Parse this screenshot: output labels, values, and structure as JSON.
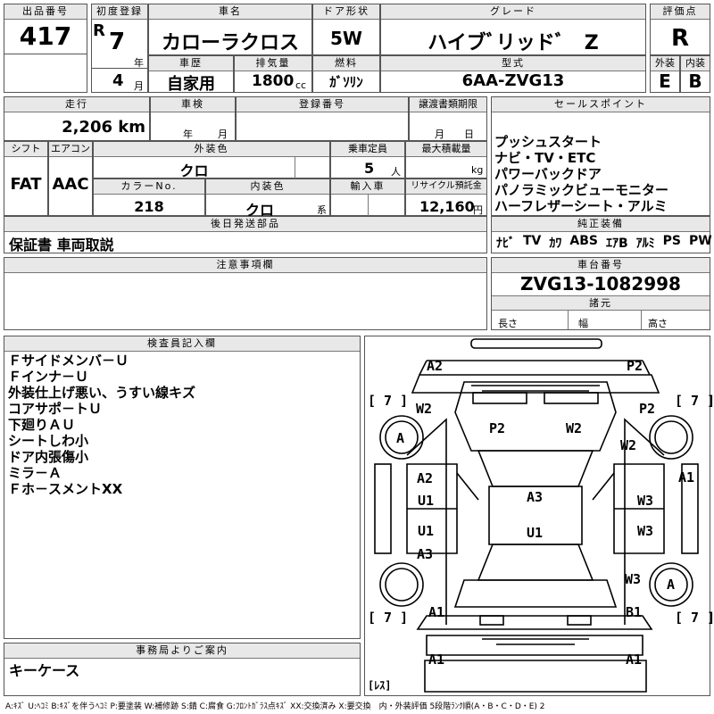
{
  "header": {
    "lot_label": "出品番号",
    "lot": "417",
    "first_reg_label": "初度登録",
    "era": "R",
    "year": "7",
    "year_unit": "年",
    "month": "4",
    "month_unit": "月",
    "car_name_label": "車名",
    "car_name": "カローラクロス",
    "history_label": "車歴",
    "history": "自家用",
    "displacement_label": "排気量",
    "displacement": "1800",
    "displacement_unit": "cc",
    "door_label": "ドア形状",
    "door": "5W",
    "fuel_label": "燃料",
    "fuel": "ｶﾞｿﾘﾝ",
    "grade_label": "グレード",
    "grade": "ハイブﾞリッドﾞ　Z",
    "model_label": "型式",
    "model": "6AA-ZVG13",
    "score_label": "評価点",
    "score": "R",
    "ext_label": "外装",
    "ext": "E",
    "int_label": "内装",
    "int": "B"
  },
  "mid": {
    "mileage_label": "走行",
    "mileage": "2,206 km",
    "inspection_label": "車検",
    "ins_year": "年",
    "ins_month": "月",
    "reg_label": "登録番号",
    "transfer_label": "譲渡書類期限",
    "tr_month": "月",
    "tr_day": "日",
    "shift_label": "シフト",
    "shift": "FAT",
    "ac_label": "エアコン",
    "ac": "AAC",
    "ext_color_label": "外装色",
    "ext_color": "クロ",
    "seats_label": "乗車定員",
    "seats": "5",
    "seats_unit": "人",
    "load_label": "最大積載量",
    "load_unit": "kg",
    "color_no_label": "カラーNo.",
    "color_no": "218",
    "int_color_label": "内装色",
    "int_color": "クロ",
    "int_color_unit": "系",
    "import_label": "輸入車",
    "recycle_label": "リサイクル預託金",
    "recycle": "12,160",
    "recycle_unit": "円",
    "later_label": "後日発送部品",
    "later": "保証書 車両取説"
  },
  "sales": {
    "label": "セールスポイント",
    "items": [
      "プッシュスタート",
      "ナビ・TV・ETC",
      "パワーバックドア",
      "パノラミックビューモニター",
      "ハーフレザーシート・アルミ"
    ],
    "equip_label": "純正装備",
    "equip": [
      "ﾅﾋﾞ",
      "TV",
      "ｶﾜ",
      "ABS",
      "ｴｱB",
      "ｱﾙﾐ",
      "PS",
      "PW"
    ]
  },
  "notes": {
    "label": "注意事項欄"
  },
  "chassis": {
    "label": "車台番号",
    "value": "ZVG13-1082998",
    "dims_label": "諸元",
    "length": "長さ",
    "width": "幅",
    "height": "高さ"
  },
  "inspector": {
    "label": "検査員記入欄",
    "items": [
      "Ｆサイドメンバ－Ｕ",
      "Ｆインナ－Ｕ",
      "外装仕上げ悪い、うすい線キズ",
      "コアサポ－トＵ",
      "下廻りＡＵ",
      "シートしわ小",
      "ドア内張傷小",
      "ミラ－Ａ",
      "Ｆホ－スメントXX"
    ]
  },
  "office": {
    "label": "事務局よりご案内",
    "value": "キーケース"
  },
  "diagram": {
    "marks": {
      "m1": "A2",
      "m2": "P2",
      "m3": "[ 7 ]",
      "m4": "[ 7 ]",
      "m5": "W2",
      "m6": "P2",
      "m7": "A",
      "m8": "P2",
      "m9": "W2",
      "m10": "W2",
      "m11": "A1",
      "m12": "A2",
      "m13": "U1",
      "m14": "A3",
      "m15": "W3",
      "m16": "U1",
      "m17": "U1",
      "m18": "W3",
      "m19": "A3",
      "m20": "W3",
      "m21": "A",
      "m22": "[ 7 ]",
      "m23": "A1",
      "m24": "B1",
      "m25": "[ 7 ]",
      "m26": "A1",
      "m27": "A1",
      "m28": "[ﾚｽ]"
    }
  },
  "legend": "A:ｷｽﾞ U:ﾍｺﾐ B:ｷｽﾞを伴うﾍｺﾐ P:要塗装 W:補修跡 S:錆 C:腐食 G:ﾌﾛﾝﾄｶﾞﾗｽ点ｷｽﾞ XX:交換済み X:要交換　内・外装評価 5段階ﾗﾝｸ順(A・B・C・D・E) 2"
}
